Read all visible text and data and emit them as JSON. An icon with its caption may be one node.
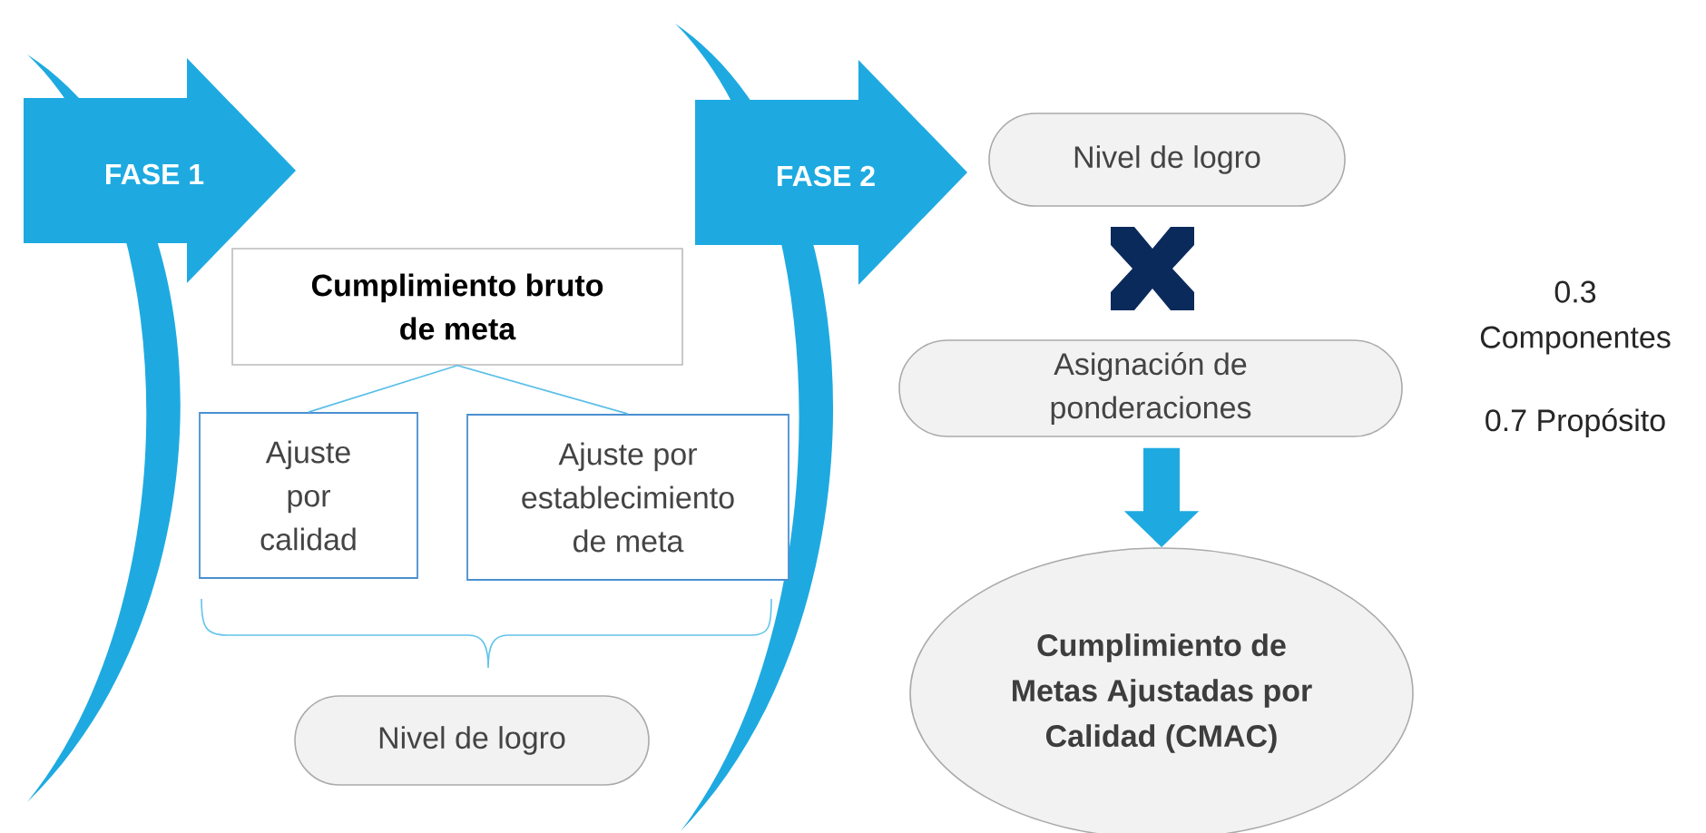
{
  "diagram": {
    "nodes": [
      {
        "text": [
          "FASE 1"
        ]
      },
      {
        "text": [
          "Cumplimiento bruto de meta"
        ]
      },
      {
        "text": [
          "Ajuste por calidad"
        ]
      },
      {
        "text": [
          "Ajuste por establecimiento de meta"
        ]
      },
      {
        "text": [
          "Nivel de logro"
        ]
      },
      {
        "text": [
          "FASE 2"
        ]
      },
      {
        "text": [
          "Nivel de logro"
        ]
      },
      {
        "text": [
          "Asignación de ponderaciones"
        ]
      },
      {
        "text": [
          "Cumplimiento de Metas Ajustadas por Calidad (CMAC)"
        ]
      }
    ],
    "edges": [
      {
        "from": 1,
        "to": 2,
        "arrow": "none",
        "color": "#5bbfe8"
      },
      {
        "from": 1,
        "to": 3,
        "arrow": "none",
        "color": "#5bbfe8"
      },
      {
        "from": 7,
        "to": 8,
        "arrow": "to",
        "style": "thick",
        "color": "#1eaae1"
      }
    ],
    "labels": [
      "0.3 Componentes",
      "0.7 Propósito"
    ]
  }
}
